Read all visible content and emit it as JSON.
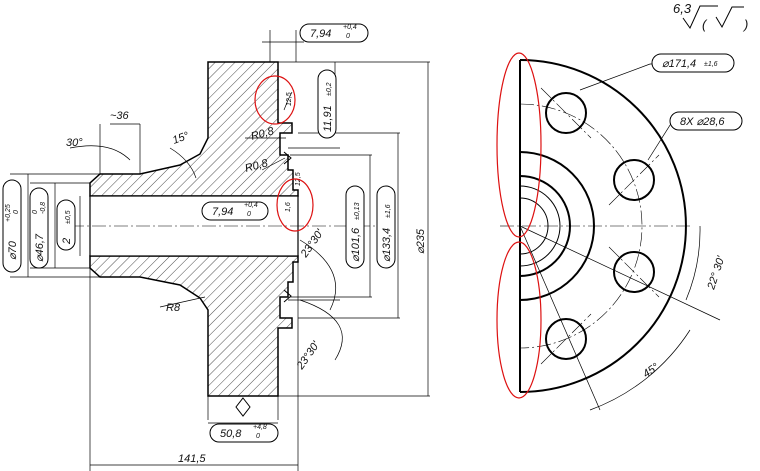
{
  "surface_finish": {
    "value": "6,3",
    "symbol": "√(√)"
  },
  "section_view": {
    "dims": {
      "groove_width": {
        "value": "7,94",
        "tol_upper": "+0,4",
        "tol_lower": "0"
      },
      "groove_width_2": {
        "value": "7,94",
        "tol_upper": "+0,4",
        "tol_lower": "0"
      },
      "hub_offset": "~36",
      "hub_angle": "30°",
      "flange_taper": "15°",
      "radius_1": "R0,8",
      "radius_2": "R0,8",
      "radius_fillet": "R8",
      "groove_depth": {
        "value": "11,91",
        "tol": "±0,2"
      },
      "roughness_1": "12,5",
      "roughness_2": "12,5",
      "roughness_3": "1,6",
      "dia_outer_hub": {
        "value": "⌀70",
        "tol_upper": "+0,25",
        "tol_lower": "0"
      },
      "dia_bore": {
        "value": "⌀46,7",
        "tol_upper": "0",
        "tol_lower": "-0,8"
      },
      "wall": {
        "value": "2",
        "tol": "±0,5"
      },
      "dia_groove": {
        "value": "⌀101,6",
        "tol": "±0,13"
      },
      "dia_raised": {
        "value": "⌀133,4",
        "tol": "±1,6"
      },
      "dia_flange": "⌀235",
      "groove_angle_1": "23°30'",
      "groove_angle_2": "23°30'",
      "thickness": {
        "value": "50,8",
        "tol_upper": "+4,8",
        "tol_lower": "0"
      },
      "length": "141,5"
    }
  },
  "plan_view": {
    "dims": {
      "bolt_circle": {
        "value": "⌀171,4",
        "tol": "±1,6"
      },
      "holes": "8X ⌀28,6",
      "angle_1": "22° 30'",
      "angle_2": "45°"
    }
  }
}
